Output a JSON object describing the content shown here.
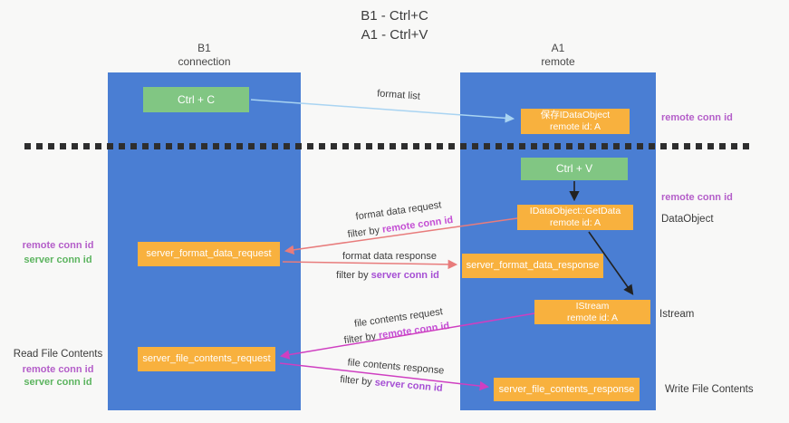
{
  "title": {
    "line1": "B1 - Ctrl+C",
    "line2": "A1 - Ctrl+V"
  },
  "lanes": {
    "b1": {
      "name": "B1",
      "subtitle": "connection"
    },
    "a1": {
      "name": "A1",
      "subtitle": "remote"
    }
  },
  "nodes": {
    "ctrl_c": {
      "label": "Ctrl + C"
    },
    "keep_idataobject": {
      "line1": "保存IDataObject",
      "line2": "remote id: A"
    },
    "ctrl_v": {
      "label": "Ctrl + V"
    },
    "getdata": {
      "line1": "IDataObject::GetData",
      "line2": "remote id: A"
    },
    "format_request": {
      "label": "server_format_data_request"
    },
    "format_response": {
      "label": "server_format_data_response"
    },
    "istream": {
      "line1": "IStream",
      "line2": "remote id: A"
    },
    "file_request": {
      "label": "server_file_contents_request"
    },
    "file_response": {
      "label": "server_file_contents_response"
    }
  },
  "flow_labels": {
    "format_list": "format list",
    "format_data_request": "format data request",
    "format_data_response": "format data response",
    "file_contents_request": "file contents request",
    "file_contents_response": "file contents response",
    "filter_by": "filter by ",
    "remote_conn_id": "remote conn id",
    "server_conn_id": "server conn id"
  },
  "side_labels": {
    "remote_conn_id": "remote conn id",
    "server_conn_id": "server conn id",
    "dataobject": "DataObject",
    "istream": "Istream",
    "read_file_contents": "Read File Contents",
    "write_file_contents": "Write File Contents"
  },
  "colors": {
    "lane_blue": "#4a7ed3",
    "node_orange": "#f8b13e",
    "node_green": "#81c683",
    "arrow_blue": "#a9d4f2",
    "arrow_red": "#e87c7c",
    "arrow_magenta": "#cf3fc1",
    "arrow_black": "#222222",
    "label_purple": "#b45ec9",
    "label_green": "#5cb45f",
    "filter_magenta": "#c44fd4",
    "filter_purple": "#a64fd4"
  }
}
